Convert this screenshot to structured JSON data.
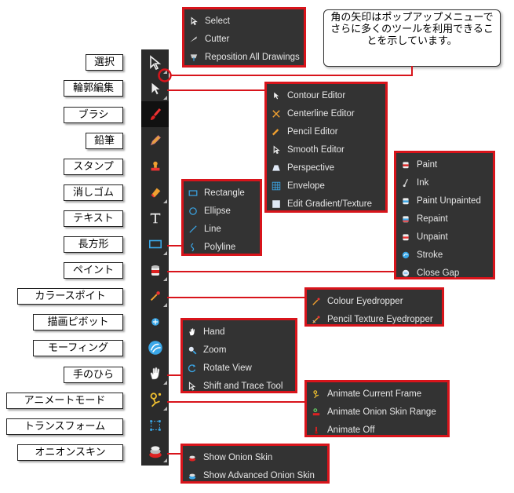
{
  "labels": {
    "select": "選択",
    "contour": "輪郭編集",
    "brush": "ブラシ",
    "pencil": "鉛筆",
    "stamp": "スタンプ",
    "eraser": "消しゴム",
    "text": "テキスト",
    "rectangle": "長方形",
    "paint": "ペイント",
    "dropper": "カラースポイト",
    "pivot": "描画ピボット",
    "morph": "モーフィング",
    "hand": "手のひら",
    "animate": "アニメートモード",
    "transform": "トランスフォーム",
    "onion": "オニオンスキン"
  },
  "callout": "角の矢印はポップアップメニューでさらに多くのツールを利用できることを示しています。",
  "menus": {
    "select": [
      "Select",
      "Cutter",
      "Reposition All Drawings"
    ],
    "contour": [
      "Contour Editor",
      "Centerline Editor",
      "Pencil Editor",
      "Smooth Editor",
      "Perspective",
      "Envelope",
      "Edit Gradient/Texture"
    ],
    "paint": [
      "Paint",
      "Ink",
      "Paint Unpainted",
      "Repaint",
      "Unpaint",
      "Stroke",
      "Close Gap"
    ],
    "shapes": [
      "Rectangle",
      "Ellipse",
      "Line",
      "Polyline"
    ],
    "dropper": [
      "Colour Eyedropper",
      "Pencil Texture Eyedropper"
    ],
    "hand": [
      "Hand",
      "Zoom",
      "Rotate View",
      "Shift and Trace Tool"
    ],
    "animate": [
      "Animate Current Frame",
      "Animate Onion Skin Range",
      "Animate Off"
    ],
    "onion": [
      "Show Onion Skin",
      "Show Advanced Onion Skin"
    ]
  },
  "colors": {
    "accent": "#d8141b",
    "toolbar": "#2b2b2b",
    "menu": "#333333"
  }
}
